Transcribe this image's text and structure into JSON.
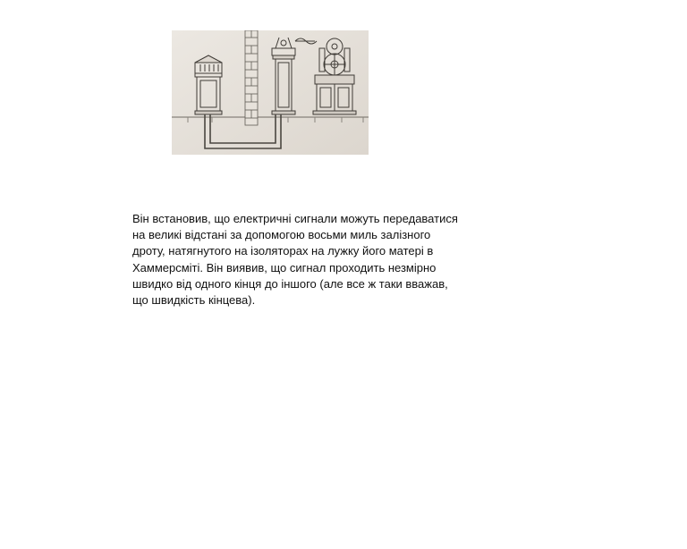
{
  "illustration": {
    "subject": "telegraph-apparatus-engraving"
  },
  "paragraph": {
    "lines": [
      "Він встановив, що електричні сигнали можуть передаватися",
      "на великі відстані за допомогою восьми миль залізного",
      "дроту, натягнутого на ізоляторах на лужку його матері в",
      "Хаммерсміті. Він виявив, що сигнал проходить незмірно",
      "швидко від одного кінця до іншого (але все ж таки вважав,",
      "що швидкість кінцева)."
    ]
  }
}
